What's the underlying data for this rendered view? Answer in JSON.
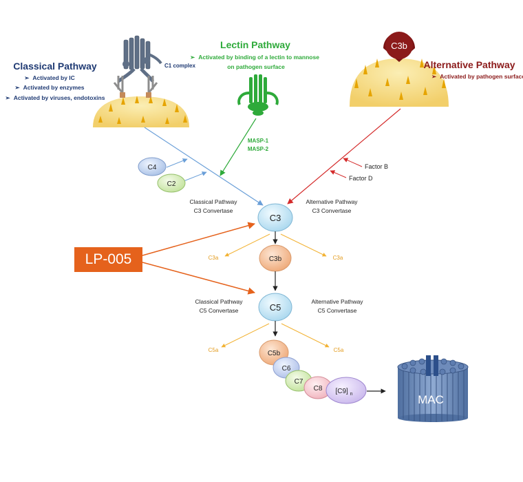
{
  "pathways": {
    "classical": {
      "title": "Classical Pathway",
      "bullets": [
        "Activated by IC",
        "Activated by enzymes",
        "Activated by viruses, endotoxins"
      ],
      "complex_label": "C1 complex",
      "color": "#1f3a73"
    },
    "lectin": {
      "title": "Lectin Pathway",
      "bullets": [
        "Activated by binding of a lectin to mannose",
        "on pathogen surface"
      ],
      "enzymes": [
        "MASP-1",
        "MASP-2"
      ],
      "color": "#2eaa3a"
    },
    "alternative": {
      "title": "Alternative Pathway",
      "bullets": [
        "Activated by pathogen surface"
      ],
      "c3b_label": "C3b",
      "factors": [
        "Factor B",
        "Factor D"
      ],
      "color": "#8b1a1a"
    }
  },
  "bullet_marker": "➢",
  "components": {
    "c4": "C4",
    "c2": "C2",
    "c3": "C3",
    "c3b": "C3b",
    "c5": "C5",
    "c5b": "C5b",
    "c6": "C6",
    "c7": "C7",
    "c8": "C8",
    "c9": "[C9]",
    "c9_subscript": "n",
    "mac": "MAC"
  },
  "convertases": {
    "classical_c3": [
      "Classical Pathway",
      "C3 Convertase"
    ],
    "alternative_c3": [
      "Alternative Pathway",
      "C3 Convertase"
    ],
    "classical_c5": [
      "Classical Pathway",
      "C5 Convertase"
    ],
    "alternative_c5": [
      "Alternative Pathway",
      "C5 Convertase"
    ]
  },
  "fragments": {
    "c3a": "C3a",
    "c5a": "C5a"
  },
  "drug_label": "LP-005",
  "colors": {
    "classical_arrow": "#6a9fd8",
    "lectin_arrow": "#2eaa3a",
    "alternative_arrow": "#d42a2a",
    "fragment_arrow": "#f2b233",
    "drug": "#e5621c",
    "c3_fill": "#cdeaf7",
    "c3b_fill": "#f6c8a6",
    "surface_fill": "#f6d98a"
  }
}
